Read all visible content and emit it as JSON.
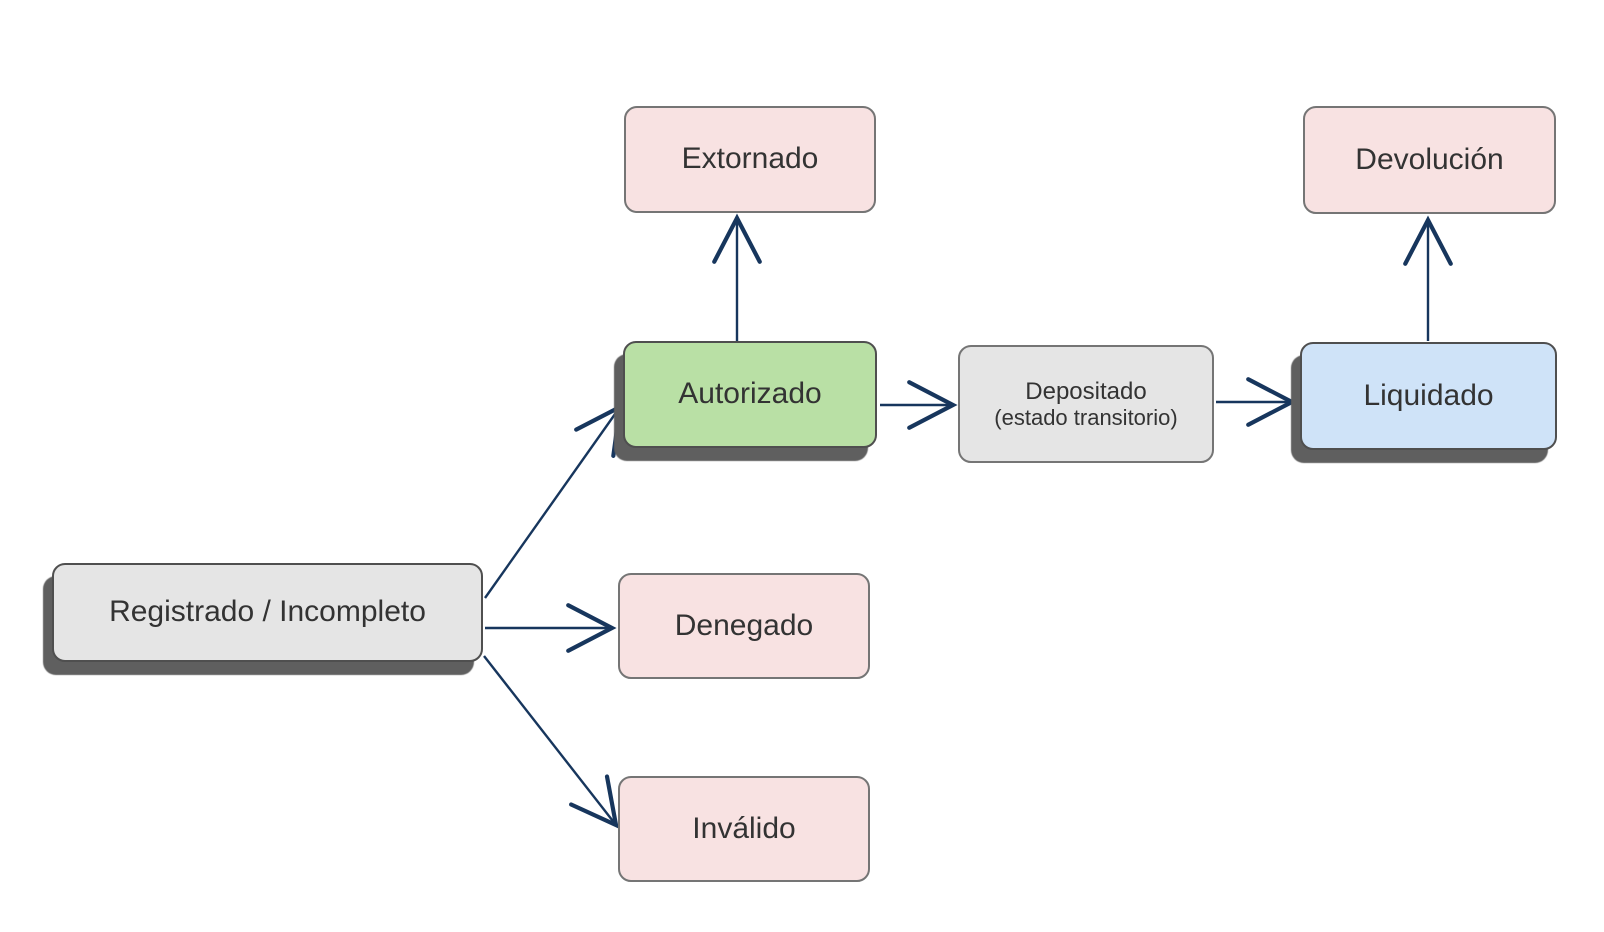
{
  "diagram": {
    "title": "",
    "type": "state-flow-diagram",
    "nodes": [
      {
        "id": "registrado",
        "label": "Registrado / Incompleto",
        "fill": "gray",
        "has_shadow": true
      },
      {
        "id": "extornado",
        "label": "Extornado",
        "fill": "pink",
        "has_shadow": false
      },
      {
        "id": "autorizado",
        "label": "Autorizado",
        "fill": "green",
        "has_shadow": true
      },
      {
        "id": "denegado",
        "label": "Denegado",
        "fill": "pink",
        "has_shadow": false
      },
      {
        "id": "invalido",
        "label": "Inválido",
        "fill": "pink",
        "has_shadow": false
      },
      {
        "id": "depositado",
        "label": "Depositado",
        "sublabel": "(estado transitorio)",
        "fill": "gray",
        "has_shadow": false
      },
      {
        "id": "liquidado",
        "label": "Liquidado",
        "fill": "blue",
        "has_shadow": true
      },
      {
        "id": "devolucion",
        "label": "Devolución",
        "fill": "pink",
        "has_shadow": false
      }
    ],
    "edges": [
      {
        "from": "registrado",
        "to": "autorizado"
      },
      {
        "from": "registrado",
        "to": "denegado"
      },
      {
        "from": "registrado",
        "to": "invalido"
      },
      {
        "from": "autorizado",
        "to": "extornado"
      },
      {
        "from": "autorizado",
        "to": "depositado"
      },
      {
        "from": "depositado",
        "to": "liquidado"
      },
      {
        "from": "liquidado",
        "to": "devolucion"
      }
    ],
    "colors": {
      "arrow": "#17365d",
      "text": "#333333",
      "node_border_strong": "#4f4f4f",
      "node_border_light": "#757575",
      "shadow": "#5f5f5f",
      "background": "#ffffff",
      "fills": {
        "gray": "#e5e5e5",
        "green": "#b9e0a5",
        "pink": "#f8e2e2",
        "blue": "#cfe3f8"
      }
    }
  }
}
